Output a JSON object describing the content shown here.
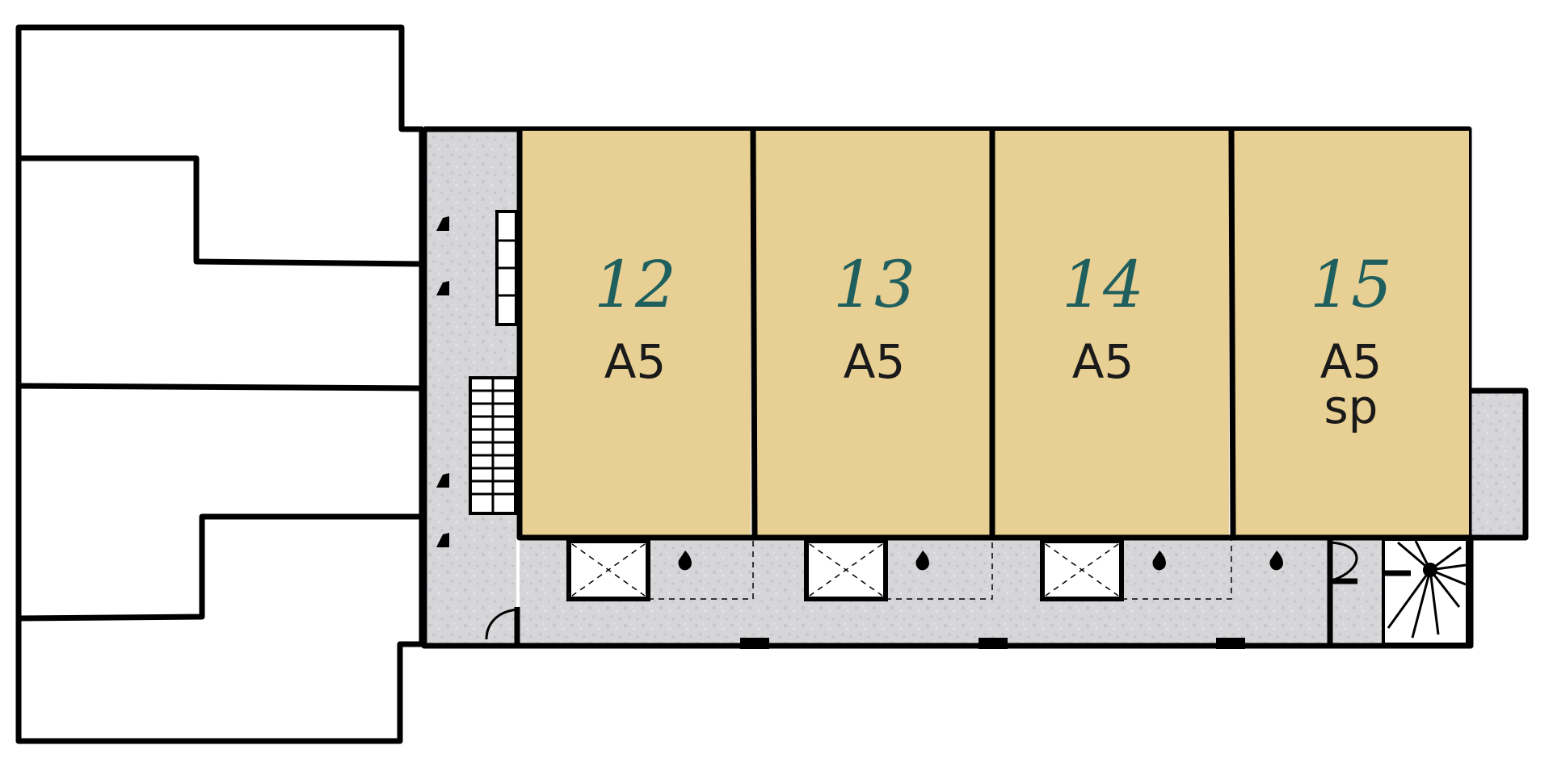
{
  "colors": {
    "unit_fill": "#E8CF93",
    "neighbour_fill": "#EEDDB7",
    "corridor_fill": "#D6D6D9",
    "number_color": "#1F5F5E",
    "text_color": "#1a1a1a",
    "wall_color": "#000000"
  },
  "units": [
    {
      "number": "12",
      "type": "A5",
      "note": ""
    },
    {
      "number": "13",
      "type": "A5",
      "note": ""
    },
    {
      "number": "14",
      "type": "A5",
      "note": ""
    },
    {
      "number": "15",
      "type": "A5",
      "note": "sp"
    }
  ],
  "icons": {
    "entrance_marker": "entrance-marker-icon",
    "staircase": "staircase-icon",
    "door": "door-swing-icon",
    "storage": "storage-box-icon"
  }
}
